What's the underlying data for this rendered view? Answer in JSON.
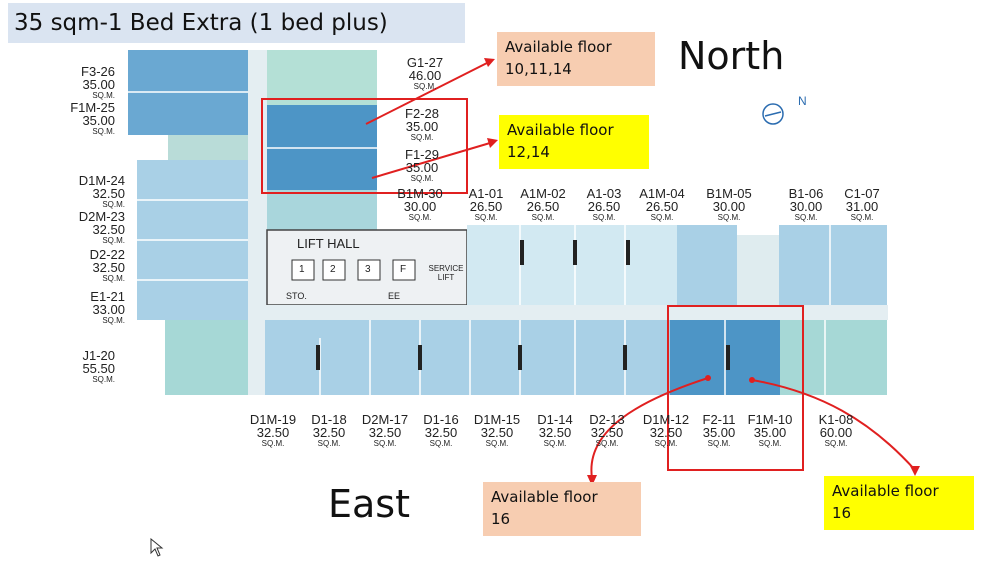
{
  "title": "35 sqm-1 Bed Extra (1 bed plus)",
  "compass": {
    "north": "North",
    "east": "East"
  },
  "notes": [
    {
      "line1": "Available floor",
      "line2": "10,11,14"
    },
    {
      "line1": "Available floor",
      "line2": "12,14"
    },
    {
      "line1": "Available floor",
      "line2": "16"
    },
    {
      "line1": "Available floor",
      "line2": "16"
    }
  ],
  "plan": {
    "sq_label": "SQ.M.",
    "lift_hall": "LIFT HALL",
    "lifts": [
      "1",
      "2",
      "3",
      "F"
    ],
    "service_lift": "SERVICE LIFT",
    "sto": "STO.",
    "ee": "EE",
    "compass_letter": "N",
    "units_left": [
      {
        "code": "F3-26",
        "area": "35.00"
      },
      {
        "code": "F1M-25",
        "area": "35.00"
      },
      {
        "code": "D1M-24",
        "area": "32.50"
      },
      {
        "code": "D2M-23",
        "area": "32.50"
      },
      {
        "code": "D2-22",
        "area": "32.50"
      },
      {
        "code": "E1-21",
        "area": "33.00"
      },
      {
        "code": "J1-20",
        "area": "55.50"
      }
    ],
    "units_top": [
      {
        "code": "G1-27",
        "area": "46.00"
      },
      {
        "code": "F2-28",
        "area": "35.00"
      },
      {
        "code": "F1-29",
        "area": "35.00"
      },
      {
        "code": "B1M-30",
        "area": "30.00"
      },
      {
        "code": "A1-01",
        "area": "26.50"
      },
      {
        "code": "A1M-02",
        "area": "26.50"
      },
      {
        "code": "A1-03",
        "area": "26.50"
      },
      {
        "code": "A1M-04",
        "area": "26.50"
      },
      {
        "code": "B1M-05",
        "area": "30.00"
      },
      {
        "code": "B1-06",
        "area": "30.00"
      },
      {
        "code": "C1-07",
        "area": "31.00"
      }
    ],
    "units_bottom": [
      {
        "code": "D1M-19",
        "area": "32.50"
      },
      {
        "code": "D1-18",
        "area": "32.50"
      },
      {
        "code": "D2M-17",
        "area": "32.50"
      },
      {
        "code": "D1-16",
        "area": "32.50"
      },
      {
        "code": "D1M-15",
        "area": "32.50"
      },
      {
        "code": "D1-14",
        "area": "32.50"
      },
      {
        "code": "D2-13",
        "area": "32.50"
      },
      {
        "code": "D1M-12",
        "area": "32.50"
      },
      {
        "code": "F2-11",
        "area": "35.00"
      },
      {
        "code": "F1M-10",
        "area": "35.00"
      },
      {
        "code": "K1-08",
        "area": "60.00"
      }
    ]
  }
}
